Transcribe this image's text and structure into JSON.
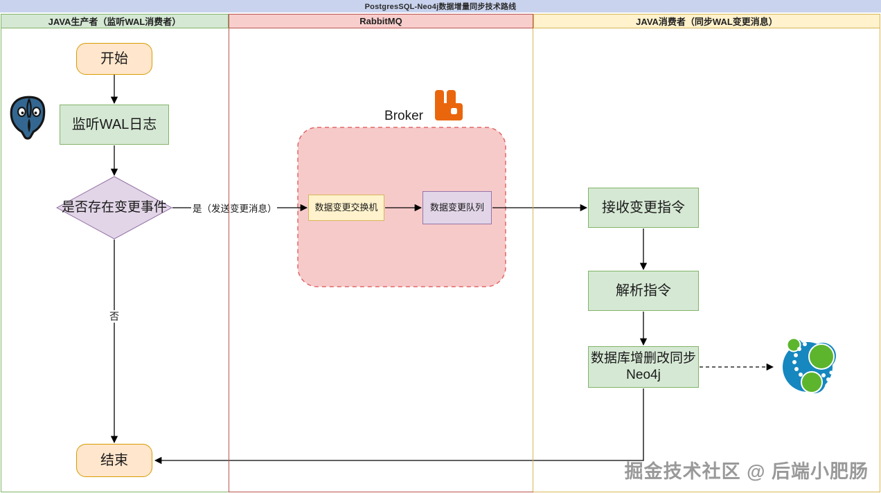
{
  "title": "PostgresSQL-Neo4j数据增量同步技术路线",
  "lanes": {
    "producer": {
      "label": "JAVA生产者（监听WAL消费者）"
    },
    "rabbitmq": {
      "label": "RabbitMQ"
    },
    "consumer": {
      "label": "JAVA消费者（同步WAL变更消息）"
    }
  },
  "nodes": {
    "start": "开始",
    "listen_wal": "监听WAL日志",
    "decision": "是否存在变更事件",
    "exchange": "数据变更交换机",
    "queue": "数据变更队列",
    "receive": "接收变更指令",
    "parse": "解析指令",
    "sync_neo4j": "数据库增删改同步\nNeo4j",
    "end": "结束"
  },
  "edge_labels": {
    "yes": "是（发送变更消息）",
    "no": "否",
    "broker": "Broker"
  },
  "icons": {
    "postgresql": "postgresql-elephant-logo",
    "rabbitmq": "rabbitmq-logo",
    "neo4j": "neo4j-graph-logo"
  },
  "watermark": "掘金技术社区 @ 后端小肥肠",
  "colors": {
    "titlebar_bg": "#c9d3ee",
    "lane_green_bg": "#d5e8d4",
    "lane_green_border": "#82b366",
    "lane_pink_bg": "#f8cecc",
    "lane_pink_border": "#b85450",
    "lane_yellow_bg": "#fff2cc",
    "lane_yellow_border": "#d6b656",
    "node_peach_bg": "#ffe6cc",
    "node_peach_border": "#d79b00",
    "node_green_bg": "#d5e8d4",
    "node_green_border": "#82b366",
    "node_purple_bg": "#e1d5e7",
    "node_purple_border": "#9673a6",
    "node_yellow_bg": "#fff2cc",
    "node_yellow_border": "#d6b656",
    "broker_container_bg": "#f7caca",
    "broker_container_border": "#e06666",
    "rabbitmq_orange": "#ea660c",
    "postgres_blue": "#336791",
    "neo4j_blue": "#1687bf",
    "neo4j_green": "#5cb52d",
    "arrow_black": "#000000",
    "watermark_gray": "#999999"
  }
}
